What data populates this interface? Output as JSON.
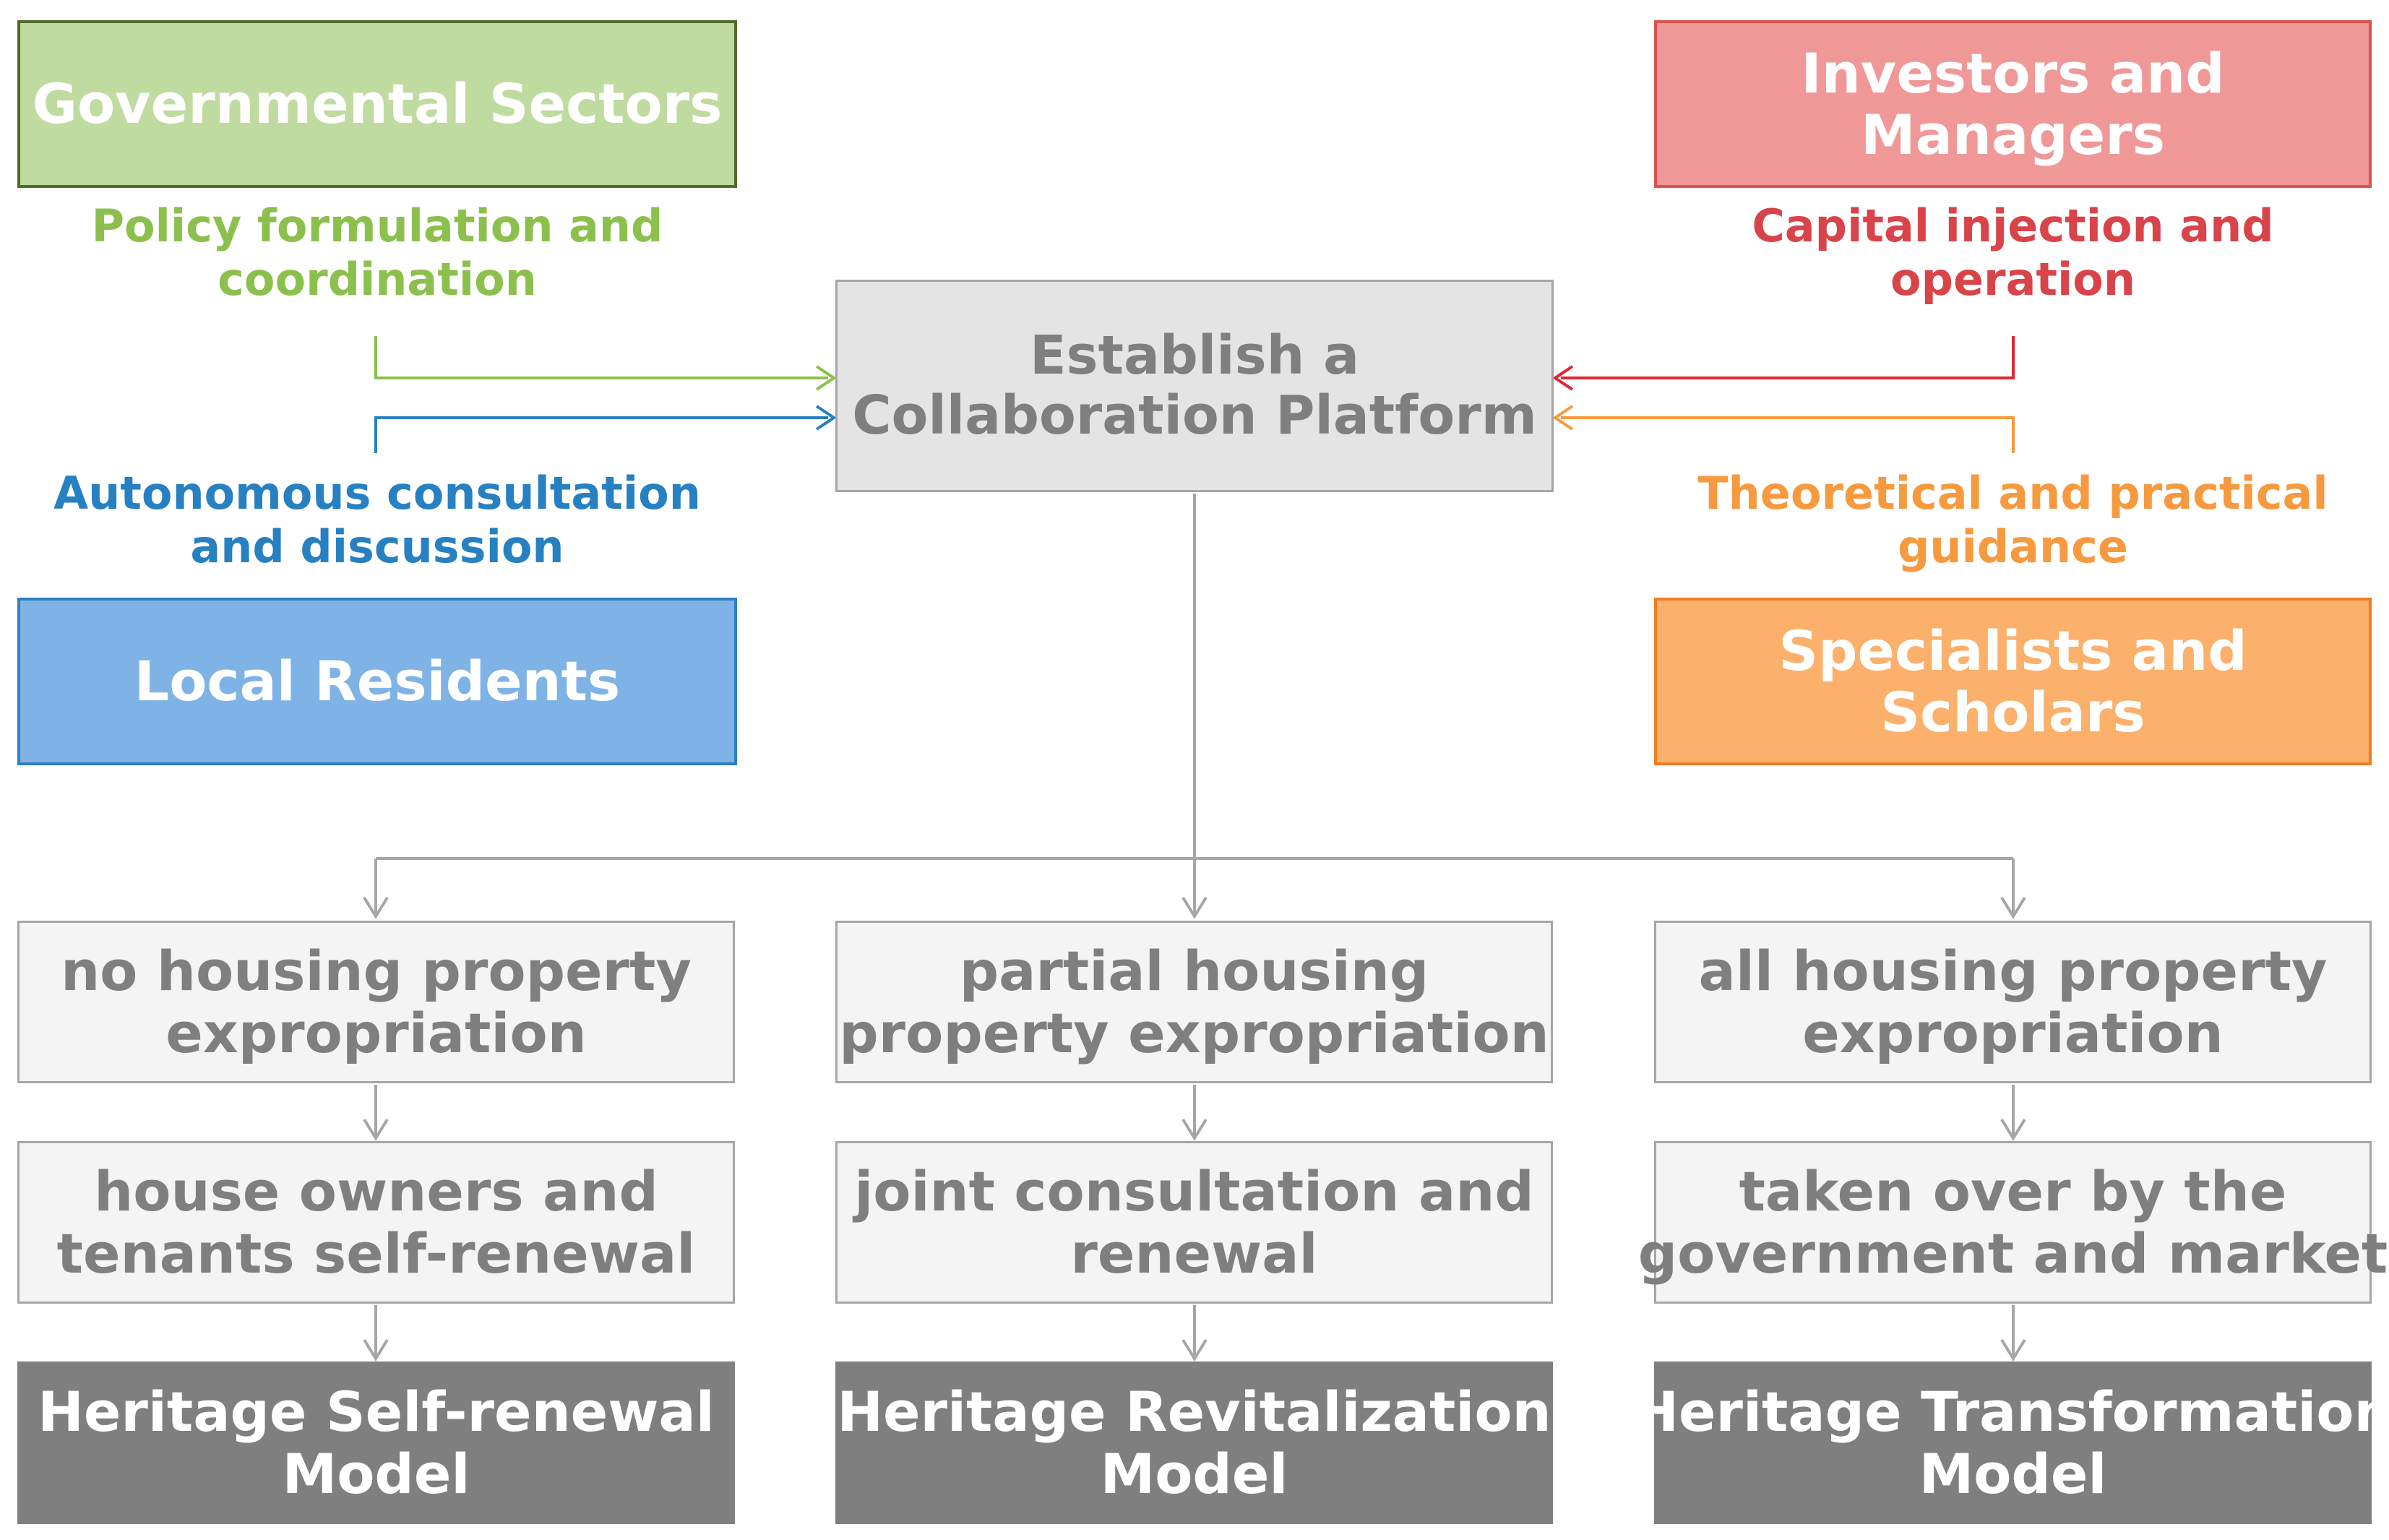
{
  "stakeholders": {
    "government": {
      "lines": [
        "Governmental Sectors"
      ]
    },
    "investors": {
      "lines": [
        "Investors and",
        "Managers"
      ]
    },
    "residents": {
      "lines": [
        "Local Residents"
      ]
    },
    "specialists": {
      "lines": [
        "Specialists and",
        "Scholars"
      ]
    }
  },
  "roles": {
    "government": {
      "lines": [
        "Policy formulation and",
        "coordination"
      ]
    },
    "investors": {
      "lines": [
        "Capital injection and",
        "operation"
      ]
    },
    "residents": {
      "lines": [
        "Autonomous consultation",
        "and discussion"
      ]
    },
    "specialists": {
      "lines": [
        "Theoretical and practical",
        "guidance"
      ]
    }
  },
  "platform": {
    "lines": [
      "Establish a",
      "Collaboration Platform"
    ]
  },
  "branches": [
    {
      "condition": [
        "no housing property",
        "expropriation"
      ],
      "action": [
        "house owners and",
        "tenants self-renewal"
      ],
      "model": [
        "Heritage Self-renewal",
        "Model"
      ]
    },
    {
      "condition": [
        "partial housing",
        "property expropriation"
      ],
      "action": [
        "joint consultation and",
        "renewal"
      ],
      "model": [
        "Heritage Revitalization",
        "Model"
      ]
    },
    {
      "condition": [
        "all housing property",
        "expropriation"
      ],
      "action": [
        "taken over by the",
        "government and market"
      ],
      "model": [
        "Heritage Transformation",
        "Model"
      ]
    }
  ],
  "colors": {
    "government": "#8cc04d",
    "investors": "#e0262e",
    "residents": "#2680c2",
    "specialists": "#f79a3f",
    "flow": "#a6a6a6"
  }
}
